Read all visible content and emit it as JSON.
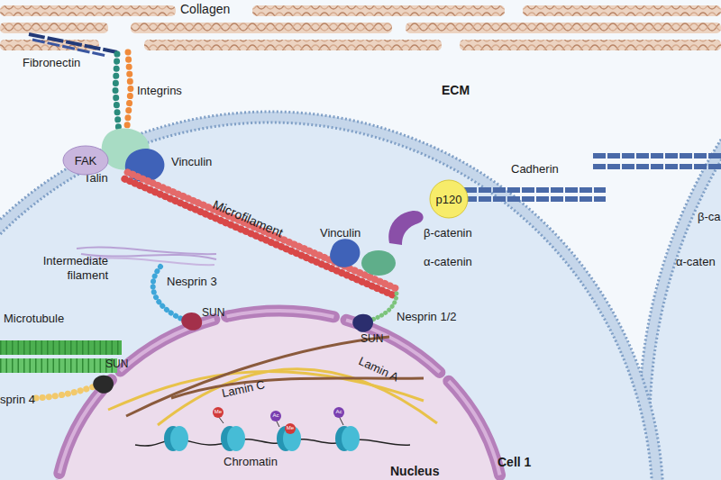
{
  "diagram": {
    "nodes": [
      {
        "text": [
          "FAK"
        ]
      },
      {
        "text": [
          "p120"
        ]
      }
    ],
    "labels": [
      "Collagen",
      "Fibronectin",
      "Integrins",
      "ECM",
      "Vinculin",
      "Talin",
      "Microfilament",
      "Cadherin",
      "Vinculin",
      "β-catenin",
      "α-catenin",
      "β-ca",
      "α-caten",
      "Intermediate filament",
      "Nesprin 3",
      "SUN",
      "Nesprin 1/2",
      "SUN",
      "Microtubule",
      "SUN",
      "sprin 4",
      "Lamin C",
      "Lamin A",
      "Me",
      "Ac",
      "Me",
      "Ac",
      "Chromatin",
      "Nucleus",
      "Cell 1"
    ]
  }
}
